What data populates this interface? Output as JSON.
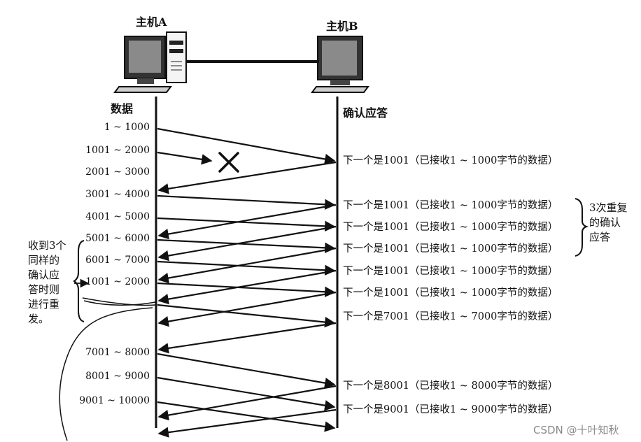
{
  "hosts": {
    "a": "主机A",
    "b": "主机B"
  },
  "columns": {
    "left": "数据",
    "right": "确认应答"
  },
  "segments": [
    "1 ~ 1000",
    "1001 ~ 2000",
    "2001 ~ 3000",
    "3001 ~ 4000",
    "4001 ~ 5000",
    "5001 ~ 6000",
    "6001 ~ 7000",
    "1001 ~ 2000",
    "7001 ~ 8000",
    "8001 ~ 9000",
    "9001 ~ 10000"
  ],
  "acks": [
    "下一个是1001（已接收1 ~ 1000字节的数据）",
    "下一个是1001（已接收1 ~ 1000字节的数据）",
    "下一个是1001（已接收1 ~ 1000字节的数据）",
    "下一个是1001（已接收1 ~ 1000字节的数据）",
    "下一个是1001（已接收1 ~ 1000字节的数据）",
    "下一个是1001（已接收1 ~ 1000字节的数据）",
    "下一个是7001（已接收1 ~ 7000字节的数据）",
    "下一个是8001（已接收1 ~ 8000字节的数据）",
    "下一个是9001（已接收1 ~ 9000字节的数据）"
  ],
  "annotations": {
    "dup_ack": "3次重复\n的确认\n应答",
    "retransmit": "收到3个\n同样的\n确认应\n答时则\n进行重\n发。"
  },
  "watermark": "CSDN @十叶知秋"
}
